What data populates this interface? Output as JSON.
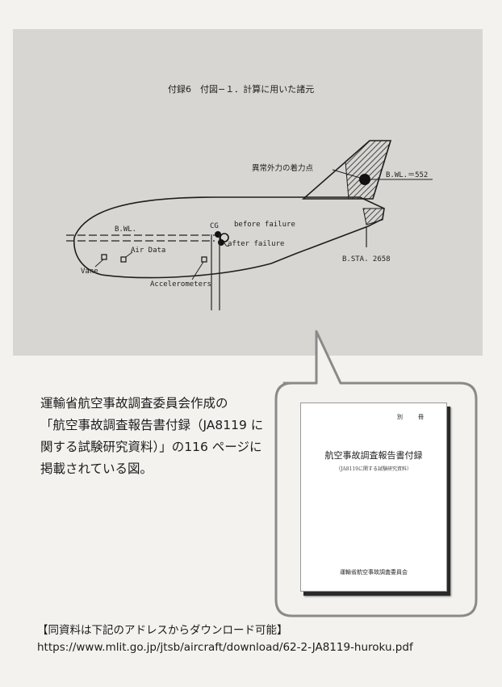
{
  "figure": {
    "title": "付録6　付図−１．計算に用いた諸元",
    "labels": {
      "external_force_point": "異常外力の着力点",
      "bwl_552": "B.WL.＝552",
      "bwl": "B.WL.",
      "cg": "CG",
      "before_failure": "before failure",
      "after_failure": "after failure",
      "air_data": "Air Data",
      "vane": "Vane",
      "accelerometers": "Accelerometers",
      "bsta": "B.STA. 2658"
    }
  },
  "caption": {
    "lines": [
      "運輸省航空事故調査委員会作成の",
      "「航空事故調査報告書付録（JA8119 に",
      "関する試験研究資料）」の116 ページに",
      "掲載されている図。"
    ]
  },
  "booklet": {
    "tag": "別　冊",
    "title": "航空事故調査報告書付録",
    "subtitle": "（JA8119に関する試験研究資料）",
    "footer": "運輸省航空事故調査委員会"
  },
  "resource": {
    "note": "【同資料は下記のアドレスからダウンロード可能】",
    "url": "https://www.mlit.go.jp/jtsb/aircraft/download/62-2-JA8119-huroku.pdf"
  }
}
